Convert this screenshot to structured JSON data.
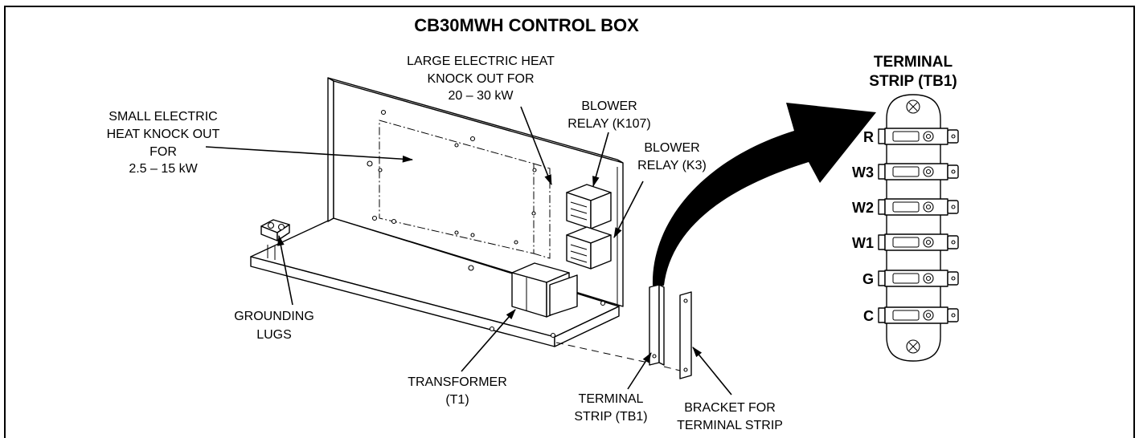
{
  "title": "CB30MWH CONTROL BOX",
  "callouts": {
    "large_knockout": [
      "LARGE ELECTRIC HEAT",
      "KNOCK OUT FOR",
      "20 – 30 kW"
    ],
    "small_knockout": [
      "SMALL ELECTRIC",
      "HEAT KNOCK OUT",
      "FOR",
      "2.5 – 15 kW"
    ],
    "blower_relay_k107": [
      "BLOWER",
      "RELAY (K107)"
    ],
    "blower_relay_k3": [
      "BLOWER",
      "RELAY (K3)"
    ],
    "grounding_lugs": [
      "GROUNDING",
      "LUGS"
    ],
    "transformer": [
      "TRANSFORMER",
      "(T1)"
    ],
    "terminal_strip": [
      "TERMINAL",
      "STRIP (TB1)"
    ],
    "bracket": [
      "BRACKET FOR",
      "TERMINAL STRIP"
    ]
  },
  "terminal_strip_detail": {
    "title": [
      "TERMINAL",
      "STRIP (TB1)"
    ],
    "terminals": [
      "R",
      "W3",
      "W2",
      "W1",
      "G",
      "C"
    ]
  }
}
